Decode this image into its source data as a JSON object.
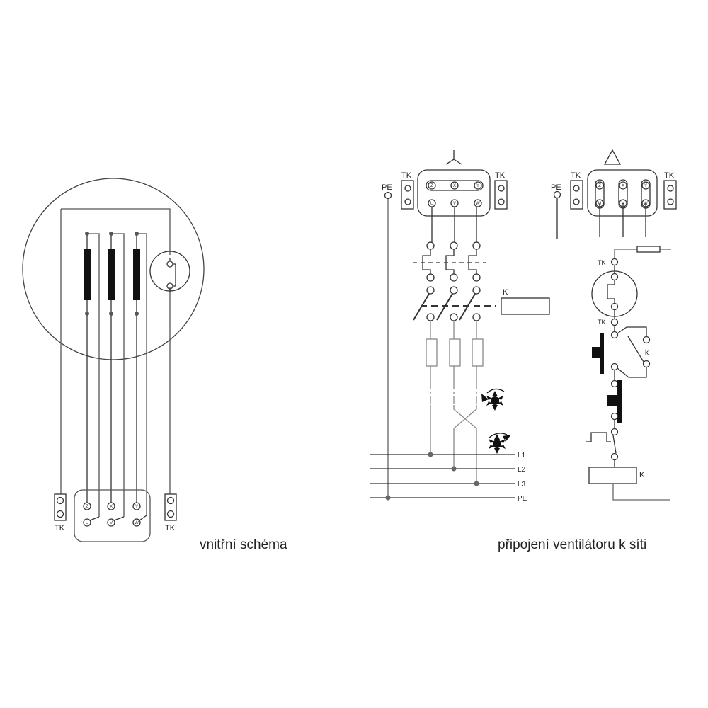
{
  "captions": {
    "internal": "vnitřní schéma",
    "connection": "připojení ventilátoru k síti"
  },
  "labels": {
    "tk": "TK",
    "pe": "PE",
    "contactor": "K",
    "contact": "k",
    "lines": [
      "L1",
      "L2",
      "L3",
      "PE"
    ],
    "terminals_top": [
      "Z",
      "X",
      "Y"
    ],
    "terminals_bottom": [
      "U",
      "V",
      "W"
    ]
  },
  "colors": {
    "line": "#222222",
    "gray": "#8a8a8a"
  }
}
